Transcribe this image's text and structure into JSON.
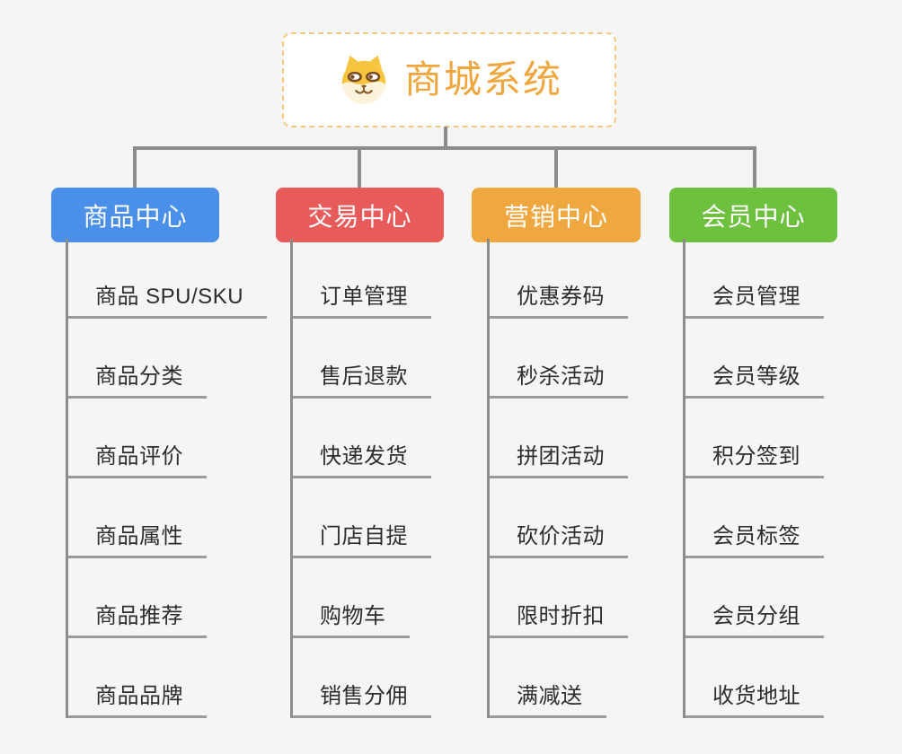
{
  "canvas": {
    "background": "#f5f5f5",
    "connector_color": "#8c8c8c"
  },
  "root": {
    "title": "商城系统",
    "icon": "dog-face",
    "text_color": "#f0a63c",
    "border_color": "#f3c97f"
  },
  "branches": [
    {
      "label": "商品中心",
      "color": "#4a8fe8",
      "children": [
        "商品 SPU/SKU",
        "商品分类",
        "商品评价",
        "商品属性",
        "商品推荐",
        "商品品牌"
      ]
    },
    {
      "label": "交易中心",
      "color": "#e85b5b",
      "children": [
        "订单管理",
        "售后退款",
        "快递发货",
        "门店自提",
        "购物车",
        "销售分佣"
      ]
    },
    {
      "label": "营销中心",
      "color": "#efa83f",
      "children": [
        "优惠券码",
        "秒杀活动",
        "拼团活动",
        "砍价活动",
        "限时折扣",
        "满减送"
      ]
    },
    {
      "label": "会员中心",
      "color": "#6ec13e",
      "children": [
        "会员管理",
        "会员等级",
        "积分签到",
        "会员标签",
        "会员分组",
        "收货地址"
      ]
    }
  ]
}
